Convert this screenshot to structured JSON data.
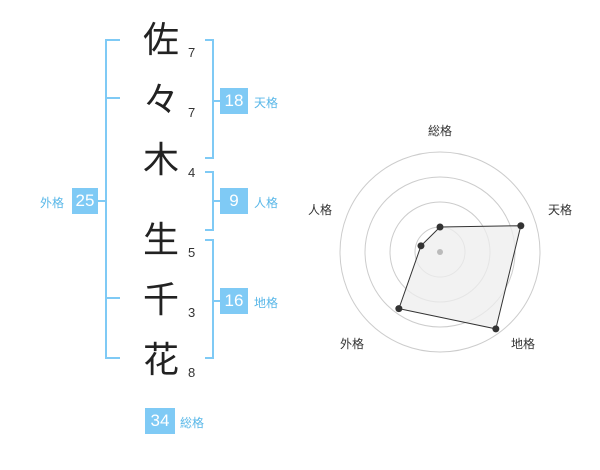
{
  "name": {
    "chars": [
      {
        "char": "佐",
        "strokes": "7"
      },
      {
        "char": "々",
        "strokes": "7"
      },
      {
        "char": "木",
        "strokes": "4"
      },
      {
        "char": "生",
        "strokes": "5"
      },
      {
        "char": "千",
        "strokes": "3"
      },
      {
        "char": "花",
        "strokes": "8"
      }
    ]
  },
  "kakusu": {
    "tenkaku": {
      "value": "18",
      "label": "天格"
    },
    "jinkaku": {
      "value": "9",
      "label": "人格"
    },
    "chikaku": {
      "value": "16",
      "label": "地格"
    },
    "gaikaku": {
      "value": "25",
      "label": "外格"
    },
    "soukaku": {
      "value": "34",
      "label": "総格"
    }
  },
  "radar": {
    "labels": {
      "top": "総格",
      "right": "天格",
      "bottom_right": "地格",
      "bottom_left": "外格",
      "left": "人格"
    },
    "ring_count": 4,
    "scores": {
      "総格": 0.25,
      "天格": 0.85,
      "地格": 0.95,
      "外格": 0.7,
      "人格": 0.2
    },
    "colors": {
      "fill": "#eeeeee",
      "line": "#333333",
      "ring": "#cccccc",
      "center": "#bbbbbb",
      "accent": "#7fcaf5"
    }
  }
}
